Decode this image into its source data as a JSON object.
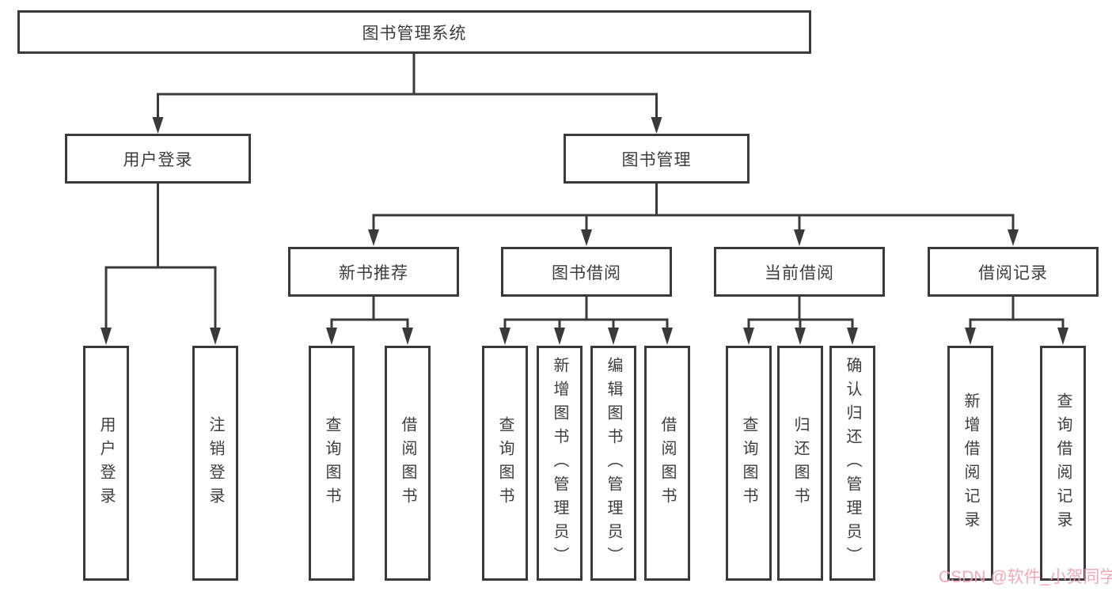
{
  "diagram": {
    "root": "图书管理系统",
    "level1": [
      "用户登录",
      "图书管理"
    ],
    "level2": [
      "新书推荐",
      "图书借阅",
      "当前借阅",
      "借阅记录"
    ],
    "user_login_children": [
      "用户登录",
      "注销登录"
    ],
    "new_book_children": [
      "查询图书",
      "借阅图书"
    ],
    "book_borrow_children": [
      "查询图书",
      "新增图书（管理员）",
      "编辑图书（管理员）",
      "借阅图书"
    ],
    "current_borrow_children": [
      "查询图书",
      "归还图书",
      "确认归还（管理员）"
    ],
    "borrow_record_children": [
      "新增借阅记录",
      "查询借阅记录"
    ]
  },
  "watermark": "CSDN @软件_小贺同学",
  "colors": {
    "line": "#3a3a3a",
    "text": "#3d3d3d",
    "watermark": "#f29fae",
    "background": "#ffffff"
  }
}
